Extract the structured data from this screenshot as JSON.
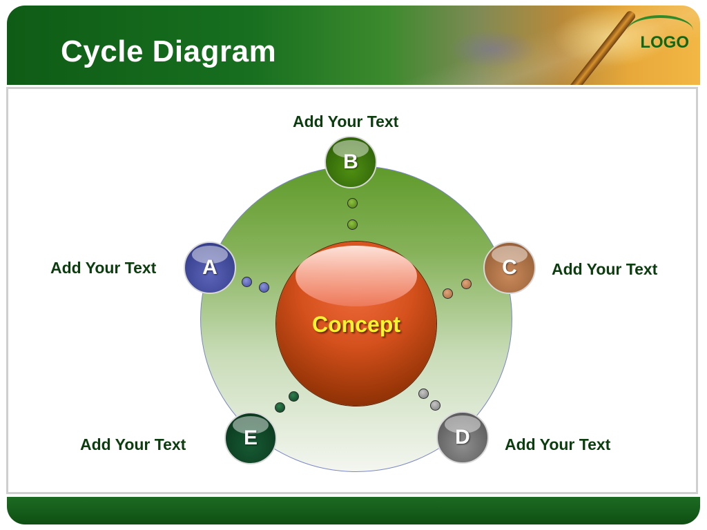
{
  "slide": {
    "title": "Cycle Diagram",
    "logo": "LOGO"
  },
  "diagram": {
    "center_label": "Concept",
    "nodes": [
      {
        "letter": "A",
        "text": "Add Your Text",
        "color": "#3b44a0"
      },
      {
        "letter": "B",
        "text": "Add Your Text",
        "color": "#3d7a0c"
      },
      {
        "letter": "C",
        "text": "Add Your Text",
        "color": "#b07445"
      },
      {
        "letter": "D",
        "text": "Add Your Text",
        "color": "#6c6c6c"
      },
      {
        "letter": "E",
        "text": "Add Your Text",
        "color": "#0f4a27"
      }
    ]
  },
  "colors": {
    "header_green": "#0f5c16",
    "footer_green": "#1d6b22",
    "concept_orange": "#d4501c",
    "concept_text": "#f7f330",
    "label_text": "#0b3d0e"
  }
}
